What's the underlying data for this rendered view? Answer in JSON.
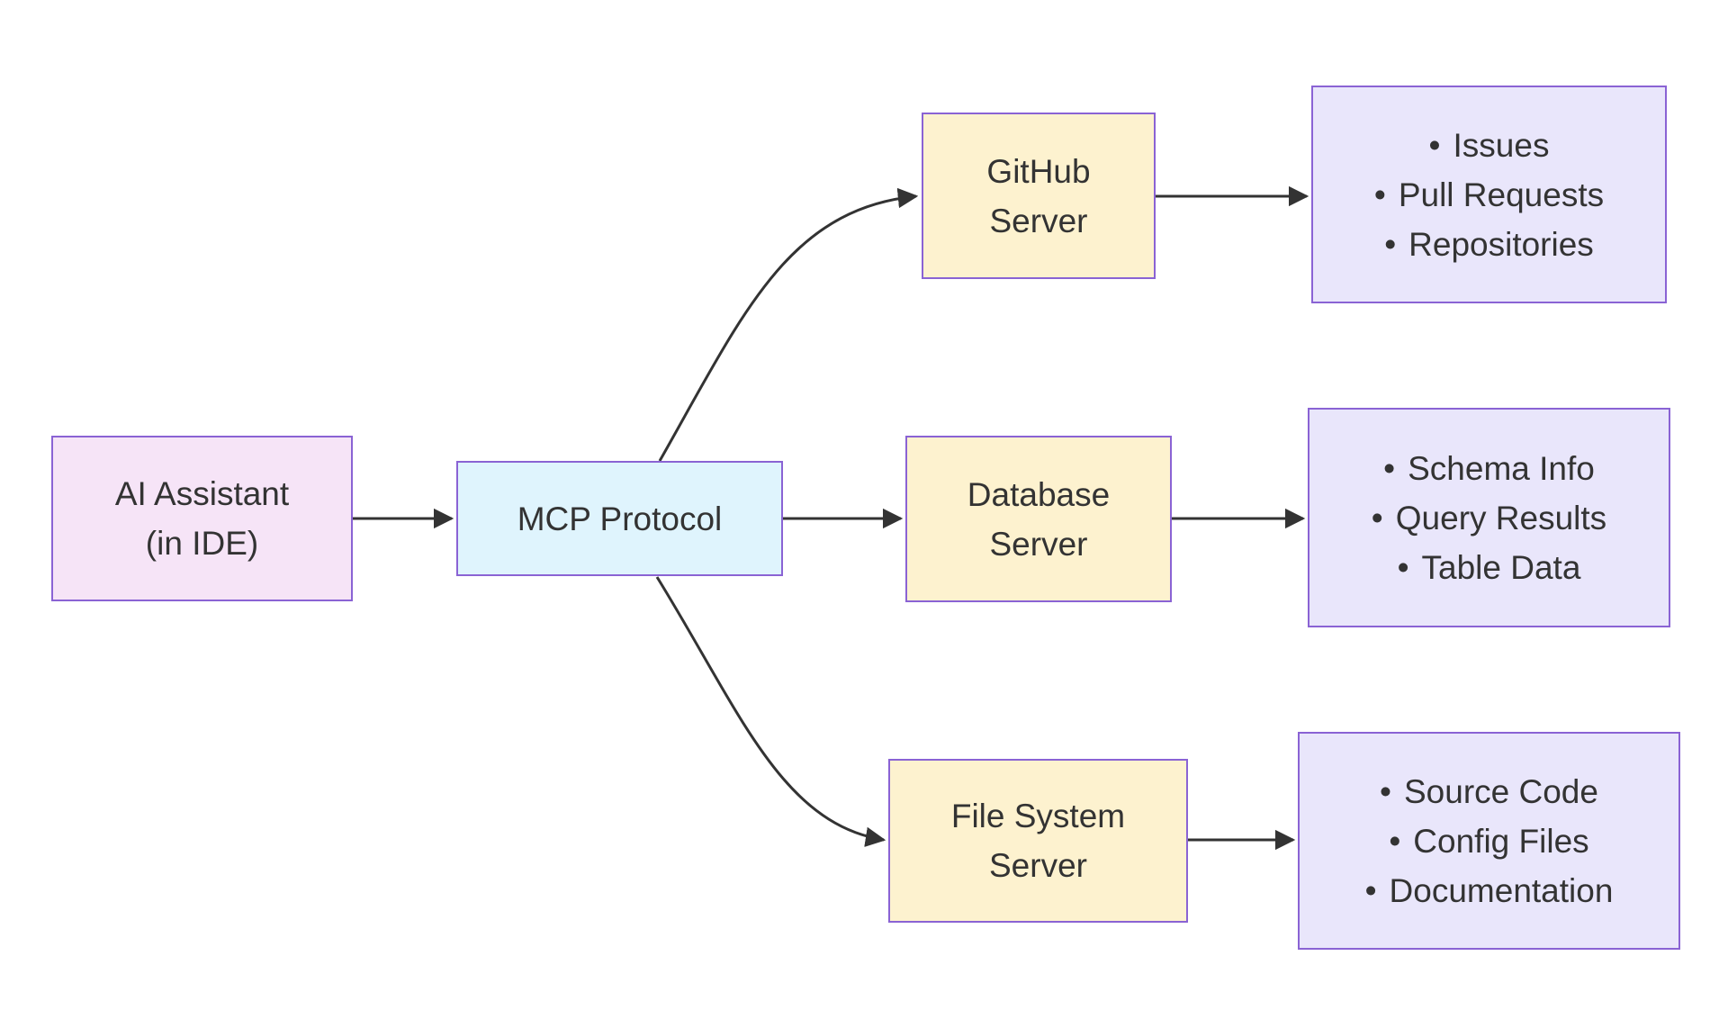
{
  "ui": {
    "bullet_char": "•"
  },
  "nodes": {
    "ai_assistant": {
      "lines": [
        "AI Assistant",
        "(in IDE)"
      ]
    },
    "mcp_protocol": {
      "lines": [
        "MCP Protocol"
      ]
    },
    "github_server": {
      "lines": [
        "GitHub",
        "Server"
      ]
    },
    "database_server": {
      "lines": [
        "Database",
        "Server"
      ]
    },
    "file_system_server": {
      "lines": [
        "File System",
        "Server"
      ]
    },
    "github_results": {
      "items": [
        "Issues",
        "Pull Requests",
        "Repositories"
      ]
    },
    "database_results": {
      "items": [
        "Schema Info",
        "Query Results",
        "Table Data"
      ]
    },
    "file_system_results": {
      "items": [
        "Source Code",
        "Config Files",
        "Documentation"
      ]
    }
  },
  "colors": {
    "node_border": "#8a63d4",
    "ai_fill": "#f6e4f7",
    "protocol_fill": "#dff4fd",
    "server_fill": "#fdf2cf",
    "results_fill": "#e9e6fb",
    "edge": "#333333",
    "text": "#333333"
  }
}
